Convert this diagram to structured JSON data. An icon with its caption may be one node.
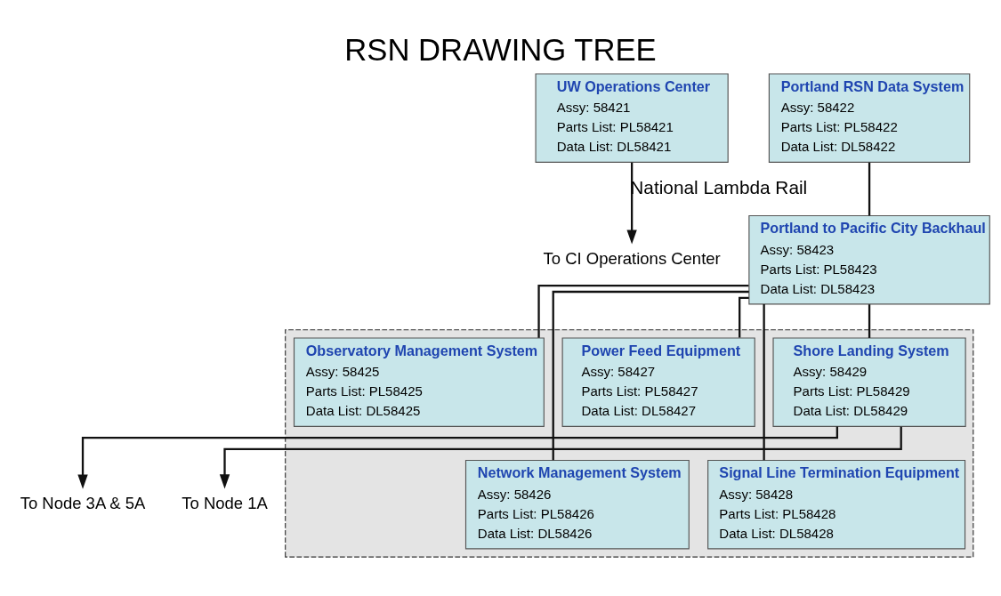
{
  "diagram": {
    "title": "RSN DRAWING TREE",
    "nodes": [
      {
        "text": [
          "UW Operations Center",
          "Assy: 58421",
          "Parts List: PL58421",
          "Data List: DL58421"
        ]
      },
      {
        "text": [
          "To CI Operations Center"
        ]
      },
      {
        "text": [
          "Portland RSN Data System",
          "Assy: 58422",
          "Parts List: PL58422",
          "Data List: DL58422"
        ]
      },
      {
        "text": [
          "Portland to Pacific City Backhaul",
          "Assy: 58423",
          "Parts List: PL58423",
          "Data List: DL58423"
        ]
      },
      {
        "text": [],
        "shape": "box"
      },
      {
        "text": [
          "Observatory Management System",
          "Assy: 58425",
          "Parts List: PL58425",
          "Data List: DL58425"
        ],
        "in": 4
      },
      {
        "text": [
          "Power Feed Equipment",
          "Assy: 58427",
          "Parts List: PL58427",
          "Data List: DL58427"
        ],
        "in": 4
      },
      {
        "text": [
          "Shore Landing System",
          "Assy: 58429",
          "Parts List: PL58429",
          "Data List: DL58429"
        ],
        "in": 4
      },
      {
        "text": [
          "Network Management System",
          "Assy: 58426",
          "Parts List: PL58426",
          "Data List: DL58426"
        ],
        "in": 4
      },
      {
        "text": [
          "Signal Line Termination Equipment",
          "Assy: 58428",
          "Parts List: PL58428",
          "Data List: DL58428"
        ],
        "in": 4
      },
      {
        "text": [
          "To Node 1A"
        ]
      },
      {
        "text": [
          "To Node 3A & 5A"
        ]
      }
    ],
    "edges": [
      {
        "from": 0,
        "to": 1,
        "arrow": "to",
        "label": "National Lambda Rail"
      },
      {
        "from": 2,
        "to": 3,
        "arrow": "none"
      },
      {
        "from": 3,
        "to": 5,
        "arrow": "none"
      },
      {
        "from": 3,
        "to": 8,
        "arrow": "none"
      },
      {
        "from": 3,
        "to": 6,
        "arrow": "none"
      },
      {
        "from": 3,
        "to": 9,
        "arrow": "none"
      },
      {
        "from": 3,
        "to": 7,
        "arrow": "none"
      },
      {
        "from": 7,
        "to": 10,
        "arrow": "to"
      },
      {
        "from": 7,
        "to": 11,
        "arrow": "to"
      }
    ]
  }
}
